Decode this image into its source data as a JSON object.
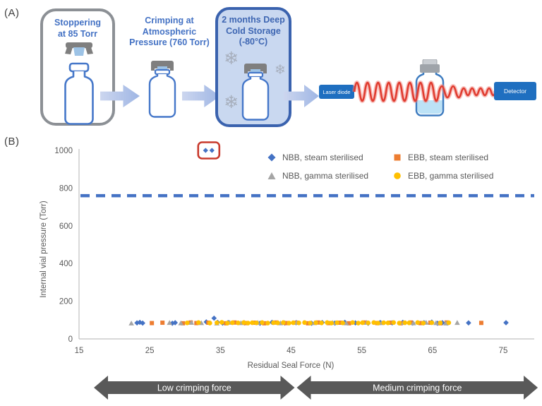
{
  "panel_a": {
    "label": "(A)",
    "step1_title": "Stoppering\nat 85 Torr",
    "step2_title": "Crimping at\nAtmospheric\nPressure (760 Torr)",
    "step3_title": "2 months Deep\nCold Storage\n(-80°C)",
    "laser_label": "Laser diode",
    "detector_label": "Detector"
  },
  "panel_b": {
    "label": "(B)"
  },
  "chart_data": {
    "type": "scatter",
    "title": "",
    "xlabel": "Residual Seal Force (N)",
    "ylabel": "Internal vial pressure (Torr)",
    "xlim": [
      15,
      80
    ],
    "ylim": [
      0,
      1000
    ],
    "xticks": [
      15,
      25,
      35,
      45,
      55,
      65,
      75
    ],
    "yticks": [
      0,
      200,
      400,
      600,
      800,
      1000
    ],
    "grid": false,
    "legend_position": "top-right",
    "reference_line": {
      "y": 760,
      "style": "dashed",
      "color": "#4472c4"
    },
    "series": [
      {
        "name": "NBB, steam sterilised",
        "marker": "diamond",
        "color": "#4472c4",
        "points": [
          [
            23.2,
            85
          ],
          [
            23.6,
            88
          ],
          [
            24.0,
            84
          ],
          [
            28.2,
            83
          ],
          [
            28.6,
            86
          ],
          [
            33.0,
            90
          ],
          [
            34.1,
            110
          ],
          [
            34.6,
            88
          ],
          [
            35.3,
            84
          ],
          [
            36.1,
            87
          ],
          [
            38.4,
            85
          ],
          [
            40.6,
            83
          ],
          [
            42.3,
            88
          ],
          [
            44.1,
            84
          ],
          [
            45.7,
            86
          ],
          [
            47.9,
            83
          ],
          [
            49.4,
            87
          ],
          [
            51.2,
            84
          ],
          [
            52.6,
            88
          ],
          [
            54.1,
            85
          ],
          [
            55.9,
            83
          ],
          [
            57.6,
            87
          ],
          [
            59.3,
            85
          ],
          [
            60.8,
            88
          ],
          [
            62.2,
            84
          ],
          [
            63.8,
            86
          ],
          [
            64.9,
            89
          ],
          [
            65.7,
            83
          ],
          [
            66.4,
            86
          ],
          [
            67.1,
            84
          ],
          [
            70.1,
            85
          ],
          [
            75.4,
            86
          ]
        ]
      },
      {
        "name": "EBB, steam sterilised",
        "marker": "square",
        "color": "#ed7d31",
        "points": [
          [
            25.3,
            84
          ],
          [
            26.8,
            86
          ],
          [
            29.7,
            83
          ],
          [
            30.8,
            87
          ],
          [
            31.6,
            84
          ],
          [
            33.3,
            86
          ],
          [
            35.8,
            83
          ],
          [
            37.0,
            87
          ],
          [
            38.6,
            84
          ],
          [
            39.8,
            86
          ],
          [
            41.2,
            83
          ],
          [
            42.9,
            87
          ],
          [
            44.3,
            84
          ],
          [
            45.8,
            86
          ],
          [
            47.4,
            83
          ],
          [
            48.8,
            87
          ],
          [
            50.3,
            84
          ],
          [
            51.9,
            86
          ],
          [
            53.2,
            83
          ],
          [
            55.3,
            87
          ],
          [
            57.2,
            84
          ],
          [
            58.9,
            86
          ],
          [
            60.5,
            83
          ],
          [
            61.9,
            87
          ],
          [
            63.3,
            84
          ],
          [
            64.7,
            86
          ],
          [
            66.1,
            83
          ],
          [
            67.0,
            87
          ],
          [
            71.9,
            85
          ]
        ]
      },
      {
        "name": "NBB, gamma sterilised",
        "marker": "triangle",
        "color": "#a5a5a5",
        "points": [
          [
            22.4,
            82
          ],
          [
            27.8,
            85
          ],
          [
            29.4,
            83
          ],
          [
            30.9,
            86
          ],
          [
            32.3,
            84
          ],
          [
            34.5,
            82
          ],
          [
            36.3,
            86
          ],
          [
            37.9,
            84
          ],
          [
            40.3,
            85
          ],
          [
            43.5,
            83
          ],
          [
            45.8,
            86
          ],
          [
            48.3,
            84
          ],
          [
            50.9,
            85
          ],
          [
            52.8,
            83
          ],
          [
            55.7,
            86
          ],
          [
            57.8,
            84
          ],
          [
            60.9,
            85
          ],
          [
            62.3,
            83
          ],
          [
            64.1,
            86
          ],
          [
            65.5,
            84
          ],
          [
            66.9,
            82
          ],
          [
            68.5,
            85
          ]
        ]
      },
      {
        "name": "EBB, gamma sterilised",
        "marker": "circle",
        "color": "#ffc000",
        "points": [
          [
            30.3,
            85
          ],
          [
            31.9,
            87
          ],
          [
            33.5,
            84
          ],
          [
            34.5,
            86
          ],
          [
            35.2,
            88
          ],
          [
            36.0,
            84
          ],
          [
            36.7,
            86
          ],
          [
            37.5,
            85
          ],
          [
            38.3,
            87
          ],
          [
            38.9,
            84
          ],
          [
            39.5,
            86
          ],
          [
            40.1,
            85
          ],
          [
            40.9,
            87
          ],
          [
            41.7,
            84
          ],
          [
            42.5,
            86
          ],
          [
            43.1,
            85
          ],
          [
            43.9,
            87
          ],
          [
            44.7,
            84
          ],
          [
            45.3,
            86
          ],
          [
            46.1,
            85
          ],
          [
            46.9,
            87
          ],
          [
            47.7,
            84
          ],
          [
            48.5,
            86
          ],
          [
            49.3,
            85
          ],
          [
            50.1,
            87
          ],
          [
            50.7,
            84
          ],
          [
            51.5,
            86
          ],
          [
            52.3,
            85
          ],
          [
            53.7,
            87
          ],
          [
            54.5,
            84
          ],
          [
            55.1,
            86
          ],
          [
            55.9,
            85
          ],
          [
            56.7,
            87
          ],
          [
            57.3,
            84
          ],
          [
            58.1,
            86
          ],
          [
            58.7,
            85
          ],
          [
            59.5,
            87
          ],
          [
            60.3,
            84
          ],
          [
            61.1,
            86
          ],
          [
            61.7,
            85
          ],
          [
            62.9,
            87
          ],
          [
            63.7,
            84
          ],
          [
            64.9,
            86
          ],
          [
            66.1,
            85
          ],
          [
            67.3,
            86
          ]
        ]
      }
    ],
    "outliers": {
      "series": "NBB, steam sterilised",
      "marker": "diamond",
      "color": "#4472c4",
      "points": [
        [
          32.9,
          1000
        ],
        [
          33.8,
          1000
        ]
      ],
      "box_color": "#c83a2d"
    },
    "annotations": [
      {
        "label": "Low crimping force",
        "x_start": 17.1,
        "x_end": 45.5
      },
      {
        "label": "Medium crimping force",
        "x_start": 45.8,
        "x_end": 79.9
      }
    ]
  }
}
